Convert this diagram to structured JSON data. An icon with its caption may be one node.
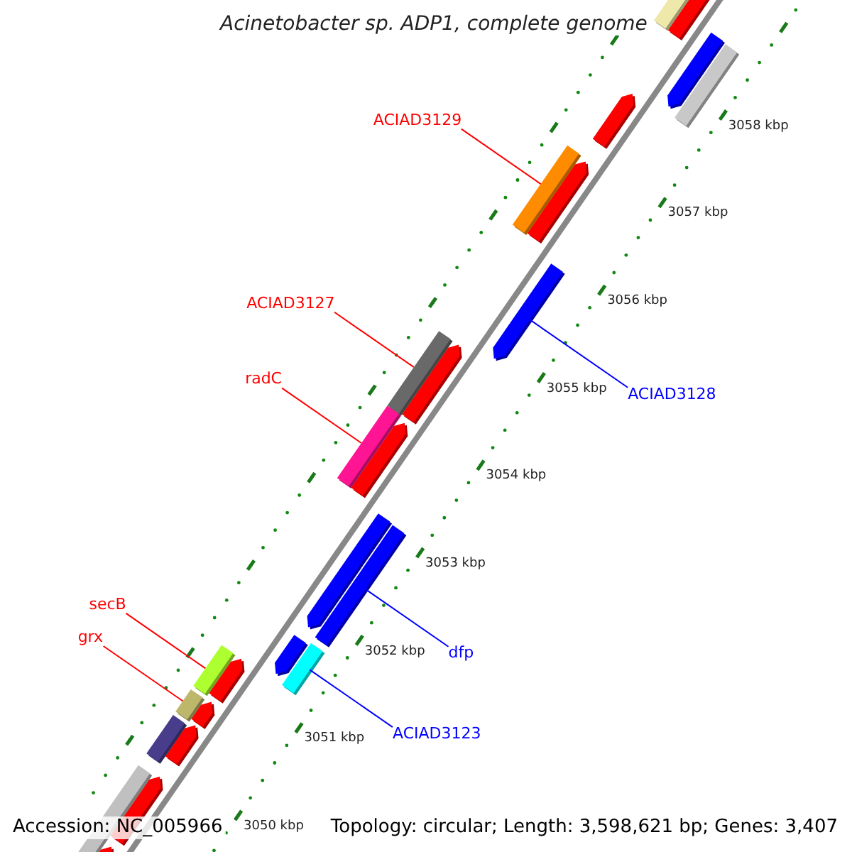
{
  "diagram": {
    "title": "Acinetobacter sp. ADP1, complete genome",
    "nodes": [
      {
        "text": [
          "ACIAD3129"
        ]
      },
      {
        "text": [],
        "shape": "bar"
      },
      {
        "text": [
          "ACIAD3127"
        ]
      },
      {
        "text": [],
        "shape": "bar"
      },
      {
        "text": [
          "radC"
        ]
      },
      {
        "text": [],
        "shape": "bar"
      },
      {
        "text": [
          "ACIAD3128"
        ]
      },
      {
        "text": [],
        "shape": "bar"
      },
      {
        "text": [
          "secB"
        ]
      },
      {
        "text": [],
        "shape": "bar"
      },
      {
        "text": [
          "grx"
        ]
      },
      {
        "text": [],
        "shape": "bar"
      },
      {
        "text": [
          "dfp"
        ]
      },
      {
        "text": [],
        "shape": "bar"
      },
      {
        "text": [
          "ACIAD3123"
        ]
      },
      {
        "text": [],
        "shape": "bar"
      }
    ],
    "edges": [
      {
        "from": 0,
        "to": 1,
        "arrow": "none"
      },
      {
        "from": 2,
        "to": 3,
        "arrow": "none"
      },
      {
        "from": 4,
        "to": 5,
        "arrow": "none"
      },
      {
        "from": 6,
        "to": 7,
        "arrow": "none",
        "color": "#0000ff"
      },
      {
        "from": 8,
        "to": 9,
        "arrow": "none"
      },
      {
        "from": 10,
        "to": 11,
        "arrow": "none"
      },
      {
        "from": 12,
        "to": 13,
        "arrow": "none",
        "color": "#0000ff"
      },
      {
        "from": 14,
        "to": 15,
        "arrow": "none",
        "color": "#0000ff"
      }
    ],
    "labels": [
      "3058 kbp",
      "3057 kbp",
      "3056 kbp",
      "3055 kbp",
      "3054 kbp",
      "3053 kbp",
      "3052 kbp",
      "3051 kbp",
      "3050 kbp",
      "Accession: NC_005966",
      "Topology: circular; Length: 3,598,621 bp; Genes: 3,407"
    ]
  }
}
